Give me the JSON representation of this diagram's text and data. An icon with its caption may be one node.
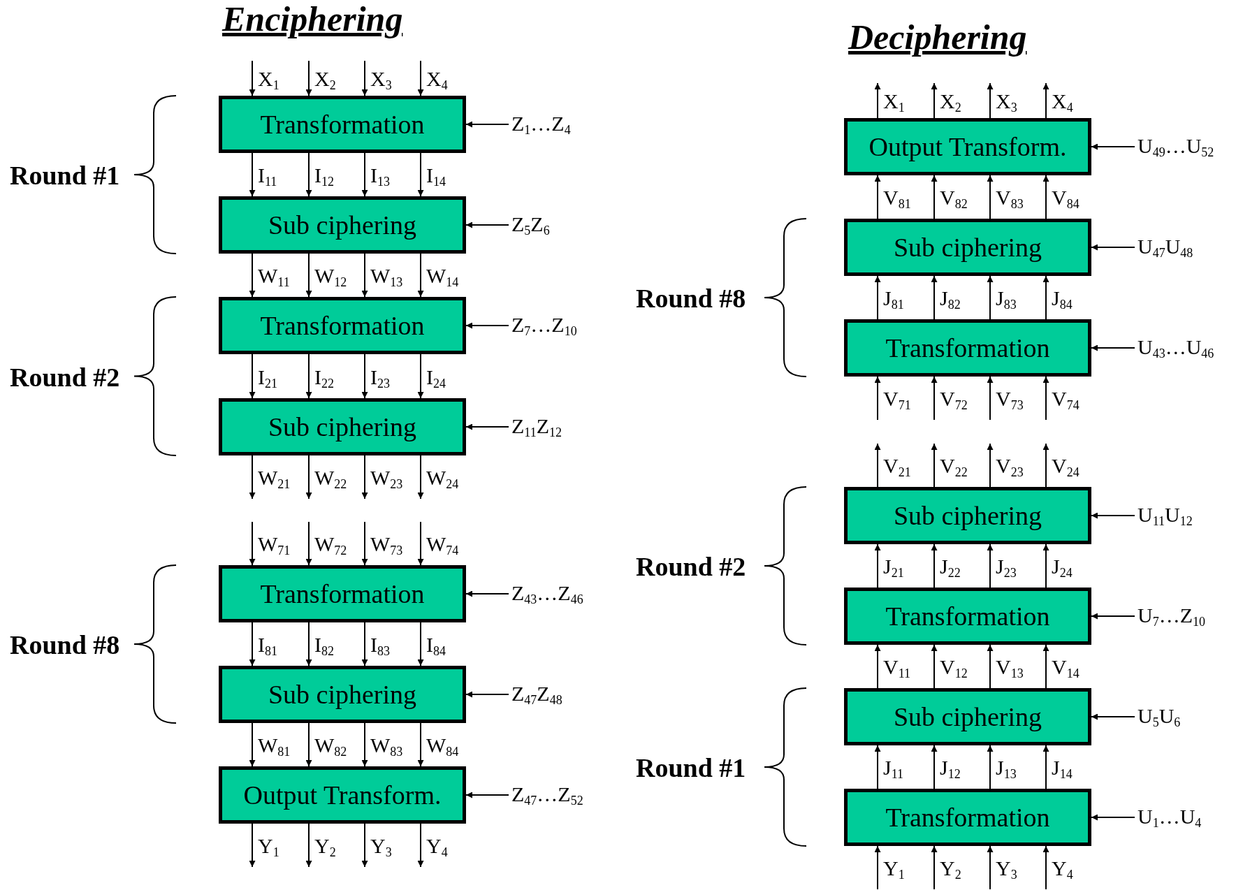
{
  "diagram": {
    "nodes": [
      {
        "text": [
          "Transformation"
        ]
      },
      {
        "text": [
          "Z$_{1}$…Z$_{4}$"
        ]
      },
      {
        "text": [
          "Sub ciphering"
        ]
      },
      {
        "text": [
          "Z$_{5}$Z$_{6}$"
        ]
      },
      {
        "text": [
          "Transformation"
        ]
      },
      {
        "text": [
          "Z$_{7}$…Z$_{10}$"
        ]
      },
      {
        "text": [
          "Sub ciphering"
        ]
      },
      {
        "text": [
          "Z$_{11}$Z$_{12}$"
        ]
      },
      {
        "text": [
          "Transformation"
        ]
      },
      {
        "text": [
          "Z$_{43}$…Z$_{46}$"
        ]
      },
      {
        "text": [
          "Sub ciphering"
        ]
      },
      {
        "text": [
          "Z$_{47}$Z$_{48}$"
        ]
      },
      {
        "text": [
          "Output Transform."
        ]
      },
      {
        "text": [
          "Z$_{47}$…Z$_{52}$"
        ]
      },
      {
        "text": [
          "Output Transform."
        ]
      },
      {
        "text": [
          "U$_{49}$…U$_{52}$"
        ]
      },
      {
        "text": [
          "Sub ciphering"
        ]
      },
      {
        "text": [
          "U$_{47}$U$_{48}$"
        ]
      },
      {
        "text": [
          "Transformation"
        ]
      },
      {
        "text": [
          "U$_{43}$…U$_{46}$"
        ]
      },
      {
        "text": [
          "Sub ciphering"
        ]
      },
      {
        "text": [
          "U$_{11}$U$_{12}$"
        ]
      },
      {
        "text": [
          "Transformation"
        ]
      },
      {
        "text": [
          "U$_{7}$…Z$_{10}$"
        ]
      },
      {
        "text": [
          "Sub ciphering"
        ]
      },
      {
        "text": [
          "U$_{5}$U$_{6}$"
        ]
      },
      {
        "text": [
          "Transformation"
        ]
      },
      {
        "text": [
          "U$_{1}$…U$_{4}$"
        ]
      }
    ],
    "edges": [
      {
        "from": null,
        "to": 0,
        "arrow": "to",
        "label": "X$_{1}$"
      },
      {
        "from": null,
        "to": 0,
        "arrow": "to",
        "label": "X$_{2}$"
      },
      {
        "from": null,
        "to": 0,
        "arrow": "to",
        "label": "X$_{3}$"
      },
      {
        "from": null,
        "to": 0,
        "arrow": "to",
        "label": "X$_{4}$"
      },
      {
        "from": 1,
        "to": 0,
        "arrow": "to"
      },
      {
        "from": 0,
        "to": 2,
        "arrow": "to",
        "label": "I$_{11}$"
      },
      {
        "from": 0,
        "to": 2,
        "arrow": "to",
        "label": "I$_{12}$"
      },
      {
        "from": 0,
        "to": 2,
        "arrow": "to",
        "label": "I$_{13}$"
      },
      {
        "from": 0,
        "to": 2,
        "arrow": "to",
        "label": "I$_{14}$"
      },
      {
        "from": 3,
        "to": 2,
        "arrow": "to"
      },
      {
        "from": 2,
        "to": 4,
        "arrow": "to",
        "label": "W$_{11}$"
      },
      {
        "from": 2,
        "to": 4,
        "arrow": "to",
        "label": "W$_{12}$"
      },
      {
        "from": 2,
        "to": 4,
        "arrow": "to",
        "label": "W$_{13}$"
      },
      {
        "from": 2,
        "to": 4,
        "arrow": "to",
        "label": "W$_{14}$"
      },
      {
        "from": 5,
        "to": 4,
        "arrow": "to"
      },
      {
        "from": 4,
        "to": 6,
        "arrow": "to",
        "label": "I$_{21}$"
      },
      {
        "from": 4,
        "to": 6,
        "arrow": "to",
        "label": "I$_{22}$"
      },
      {
        "from": 4,
        "to": 6,
        "arrow": "to",
        "label": "I$_{23}$"
      },
      {
        "from": 4,
        "to": 6,
        "arrow": "to",
        "label": "I$_{24}$"
      },
      {
        "from": 7,
        "to": 6,
        "arrow": "to"
      },
      {
        "from": 6,
        "to": null,
        "arrow": "to",
        "label": "W$_{21}$"
      },
      {
        "from": 6,
        "to": null,
        "arrow": "to",
        "label": "W$_{22}$"
      },
      {
        "from": 6,
        "to": null,
        "arrow": "to",
        "label": "W$_{23}$"
      },
      {
        "from": 6,
        "to": null,
        "arrow": "to",
        "label": "W$_{24}$"
      },
      {
        "from": null,
        "to": 8,
        "arrow": "to",
        "label": "W$_{71}$"
      },
      {
        "from": null,
        "to": 8,
        "arrow": "to",
        "label": "W$_{72}$"
      },
      {
        "from": null,
        "to": 8,
        "arrow": "to",
        "label": "W$_{73}$"
      },
      {
        "from": null,
        "to": 8,
        "arrow": "to",
        "label": "W$_{74}$"
      },
      {
        "from": 9,
        "to": 8,
        "arrow": "to"
      },
      {
        "from": 8,
        "to": 10,
        "arrow": "to",
        "label": "I$_{81}$"
      },
      {
        "from": 8,
        "to": 10,
        "arrow": "to",
        "label": "I$_{82}$"
      },
      {
        "from": 8,
        "to": 10,
        "arrow": "to",
        "label": "I$_{83}$"
      },
      {
        "from": 8,
        "to": 10,
        "arrow": "to",
        "label": "I$_{84}$"
      },
      {
        "from": 11,
        "to": 10,
        "arrow": "to"
      },
      {
        "from": 10,
        "to": 12,
        "arrow": "to",
        "label": "W$_{81}$"
      },
      {
        "from": 10,
        "to": 12,
        "arrow": "to",
        "label": "W$_{82}$"
      },
      {
        "from": 10,
        "to": 12,
        "arrow": "to",
        "label": "W$_{83}$"
      },
      {
        "from": 10,
        "to": 12,
        "arrow": "to",
        "label": "W$_{84}$"
      },
      {
        "from": 13,
        "to": 12,
        "arrow": "to"
      },
      {
        "from": 12,
        "to": null,
        "arrow": "to",
        "label": "Y$_{1}$"
      },
      {
        "from": 12,
        "to": null,
        "arrow": "to",
        "label": "Y$_{2}$"
      },
      {
        "from": 12,
        "to": null,
        "arrow": "to",
        "label": "Y$_{3}$"
      },
      {
        "from": 12,
        "to": null,
        "arrow": "to",
        "label": "Y$_{4}$"
      },
      {
        "from": 14,
        "to": null,
        "arrow": "to",
        "label": "X$_{1}$"
      },
      {
        "from": 14,
        "to": null,
        "arrow": "to",
        "label": "X$_{2}$"
      },
      {
        "from": 14,
        "to": null,
        "arrow": "to",
        "label": "X$_{3}$"
      },
      {
        "from": 14,
        "to": null,
        "arrow": "to",
        "label": "X$_{4}$"
      },
      {
        "from": 15,
        "to": 14,
        "arrow": "to"
      },
      {
        "from": 16,
        "to": 14,
        "arrow": "to",
        "label": "V$_{81}$"
      },
      {
        "from": 16,
        "to": 14,
        "arrow": "to",
        "label": "V$_{82}$"
      },
      {
        "from": 16,
        "to": 14,
        "arrow": "to",
        "label": "V$_{83}$"
      },
      {
        "from": 16,
        "to": 14,
        "arrow": "to",
        "label": "V$_{84}$"
      },
      {
        "from": 17,
        "to": 16,
        "arrow": "to"
      },
      {
        "from": 18,
        "to": 16,
        "arrow": "to",
        "label": "J$_{81}$"
      },
      {
        "from": 18,
        "to": 16,
        "arrow": "to",
        "label": "J$_{82}$"
      },
      {
        "from": 18,
        "to": 16,
        "arrow": "to",
        "label": "J$_{83}$"
      },
      {
        "from": 18,
        "to": 16,
        "arrow": "to",
        "label": "J$_{84}$"
      },
      {
        "from": 19,
        "to": 18,
        "arrow": "to"
      },
      {
        "from": null,
        "to": 18,
        "arrow": "to",
        "label": "V$_{71}$"
      },
      {
        "from": null,
        "to": 18,
        "arrow": "to",
        "label": "V$_{72}$"
      },
      {
        "from": null,
        "to": 18,
        "arrow": "to",
        "label": "V$_{73}$"
      },
      {
        "from": null,
        "to": 18,
        "arrow": "to",
        "label": "V$_{74}$"
      },
      {
        "from": 20,
        "to": null,
        "arrow": "to",
        "label": "V$_{21}$"
      },
      {
        "from": 20,
        "to": null,
        "arrow": "to",
        "label": "V$_{22}$"
      },
      {
        "from": 20,
        "to": null,
        "arrow": "to",
        "label": "V$_{23}$"
      },
      {
        "from": 20,
        "to": null,
        "arrow": "to",
        "label": "V$_{24}$"
      },
      {
        "from": 21,
        "to": 20,
        "arrow": "to"
      },
      {
        "from": 22,
        "to": 20,
        "arrow": "to",
        "label": "J$_{21}$"
      },
      {
        "from": 22,
        "to": 20,
        "arrow": "to",
        "label": "J$_{22}$"
      },
      {
        "from": 22,
        "to": 20,
        "arrow": "to",
        "label": "J$_{23}$"
      },
      {
        "from": 22,
        "to": 20,
        "arrow": "to",
        "label": "J$_{24}$"
      },
      {
        "from": 23,
        "to": 22,
        "arrow": "to"
      },
      {
        "from": 24,
        "to": 22,
        "arrow": "to",
        "label": "V$_{11}$"
      },
      {
        "from": 24,
        "to": 22,
        "arrow": "to",
        "label": "V$_{12}$"
      },
      {
        "from": 24,
        "to": 22,
        "arrow": "to",
        "label": "V$_{13}$"
      },
      {
        "from": 24,
        "to": 22,
        "arrow": "to",
        "label": "V$_{14}$"
      },
      {
        "from": 25,
        "to": 24,
        "arrow": "to"
      },
      {
        "from": 26,
        "to": 24,
        "arrow": "to",
        "label": "J$_{11}$"
      },
      {
        "from": 26,
        "to": 24,
        "arrow": "to",
        "label": "J$_{12}$"
      },
      {
        "from": 26,
        "to": 24,
        "arrow": "to",
        "label": "J$_{13}$"
      },
      {
        "from": 26,
        "to": 24,
        "arrow": "to",
        "label": "J$_{14}$"
      },
      {
        "from": 27,
        "to": 26,
        "arrow": "to"
      },
      {
        "from": null,
        "to": 26,
        "arrow": "to",
        "label": "Y$_{1}$"
      },
      {
        "from": null,
        "to": 26,
        "arrow": "to",
        "label": "Y$_{2}$"
      },
      {
        "from": null,
        "to": 26,
        "arrow": "to",
        "label": "Y$_{3}$"
      },
      {
        "from": null,
        "to": 26,
        "arrow": "to",
        "label": "Y$_{4}$"
      }
    ],
    "labels": [
      "Enciphering",
      "Deciphering",
      "Round #1",
      "Round #2",
      "Round #8",
      "Round #8",
      "Round #2",
      "Round #1"
    ]
  }
}
